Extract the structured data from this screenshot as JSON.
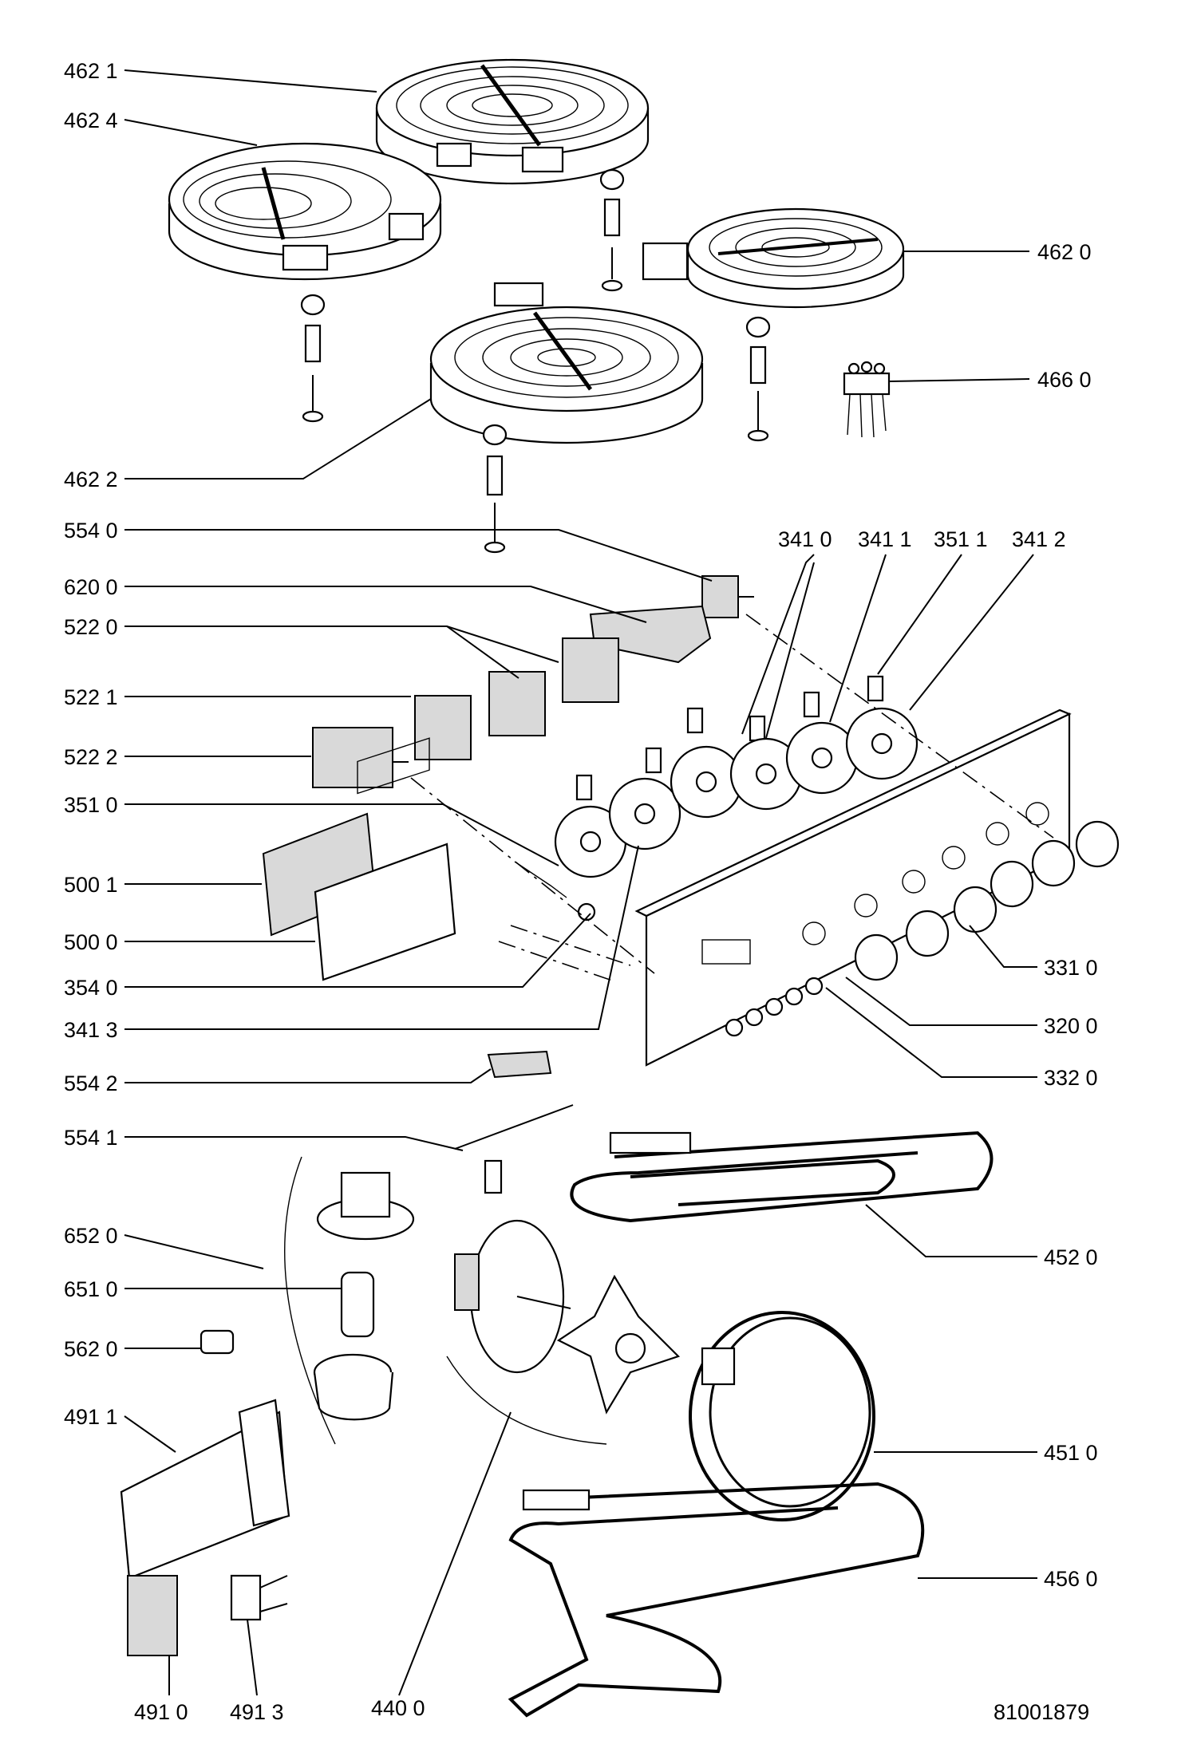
{
  "diagram": {
    "drawing_number": "81001879",
    "labels": [
      "462 1",
      "462 4",
      "462 0",
      "466 0",
      "462 2",
      "554 0",
      "341 0",
      "341 1",
      "351 1",
      "341 2",
      "620 0",
      "522 0",
      "522 1",
      "522 2",
      "351 0",
      "500 1",
      "500 0",
      "354 0",
      "341 3",
      "331 0",
      "320 0",
      "332 0",
      "554 2",
      "554 1",
      "452 0",
      "652 0",
      "651 0",
      "562 0",
      "491 1",
      "451 0",
      "456 0",
      "491 0",
      "491 3",
      "440 0"
    ]
  }
}
